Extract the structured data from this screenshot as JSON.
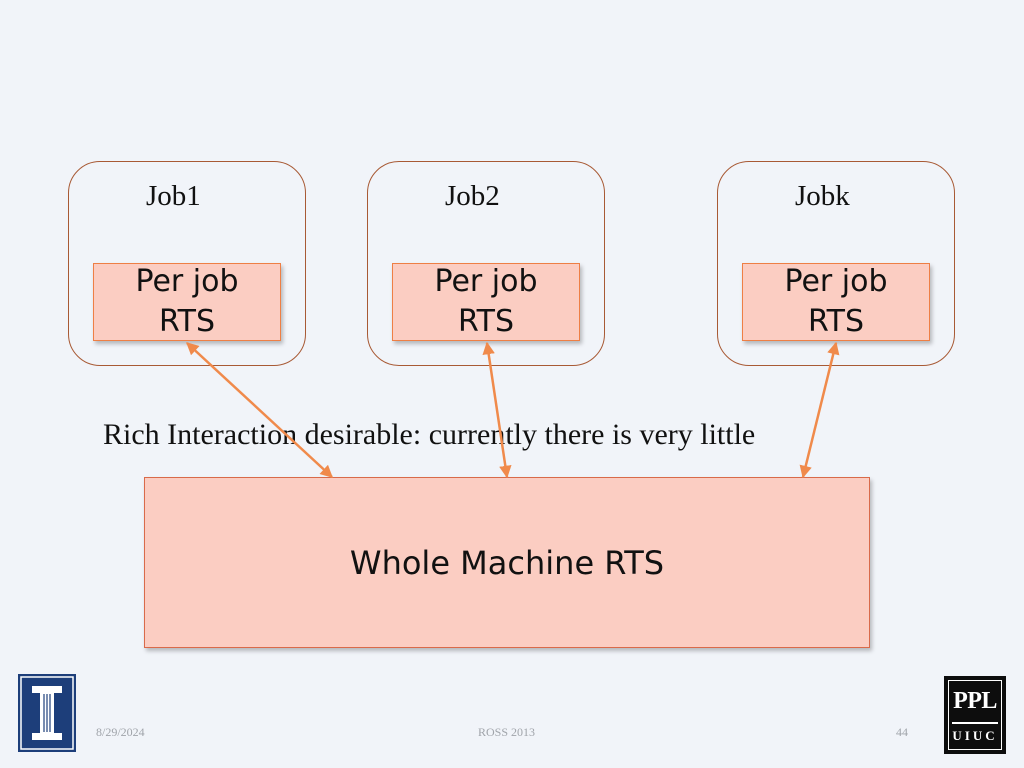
{
  "diagram": {
    "jobs": [
      {
        "title": "Job1",
        "rts_line1": "Per job",
        "rts_line2": "RTS"
      },
      {
        "title": "Job2",
        "rts_line1": "Per job",
        "rts_line2": "RTS"
      },
      {
        "title": "Jobk",
        "rts_line1": "Per job",
        "rts_line2": "RTS"
      }
    ],
    "interaction_text": "Rich Interaction desirable: currently there is very little",
    "machine_label": "Whole Machine RTS",
    "colors": {
      "rts_fill": "#fbcdc2",
      "rts_border": "#ee7f45",
      "arrow": "#f08a4b",
      "job_border": "#a85a35",
      "background": "#f1f4f9"
    }
  },
  "footer": {
    "date": "8/29/2024",
    "event": "ROSS 2013",
    "page_number": "44"
  },
  "logos": {
    "left_icon": "illinois-column-icon",
    "right_line1": "PPL",
    "right_line2": "UIUC"
  }
}
